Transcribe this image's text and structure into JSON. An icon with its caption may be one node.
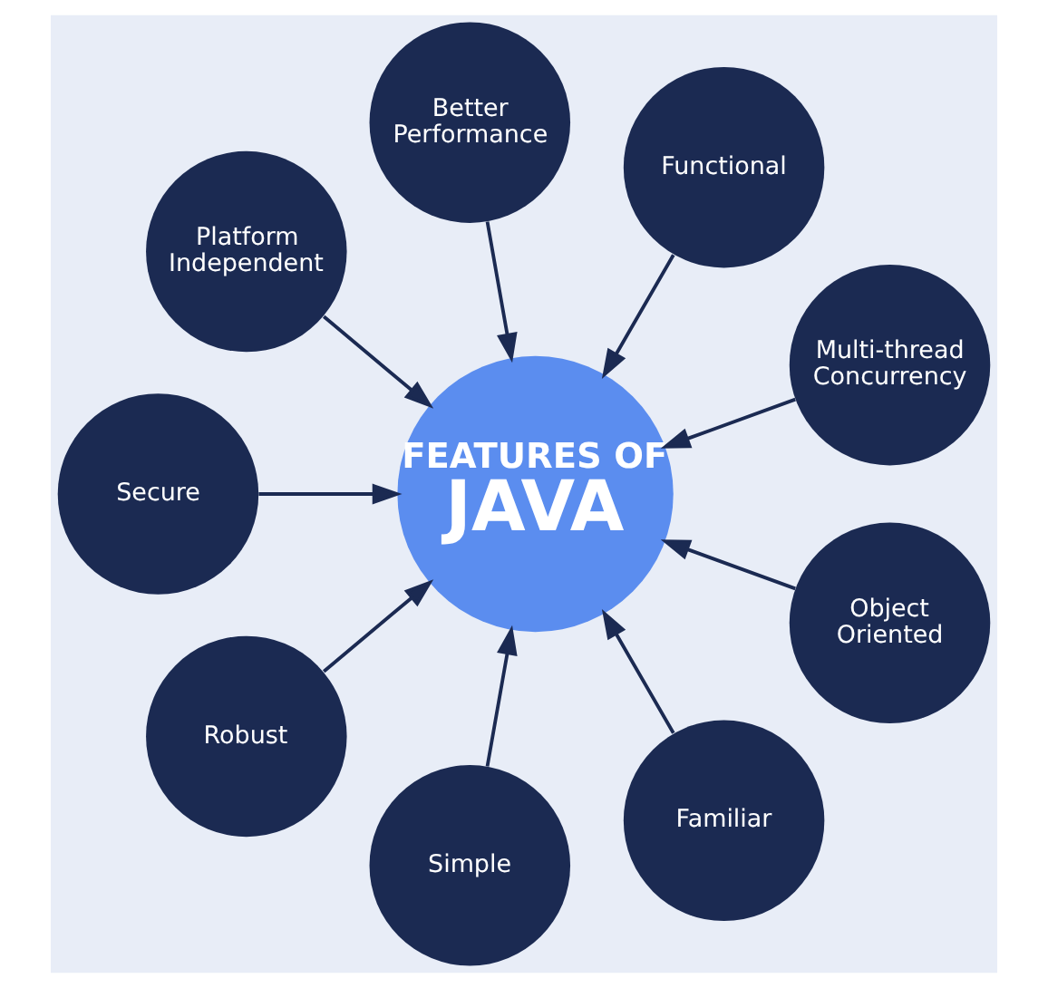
{
  "diagram": {
    "nodes": [
      {
        "text": [
          "FEATURES OF",
          "JAVA"
        ]
      },
      {
        "text": [
          "Multi-thread Concurrency"
        ]
      },
      {
        "text": [
          "Functional"
        ]
      },
      {
        "text": [
          "Better Performance"
        ]
      },
      {
        "text": [
          "Platform Independent"
        ]
      },
      {
        "text": [
          "Secure"
        ]
      },
      {
        "text": [
          "Robust"
        ]
      },
      {
        "text": [
          "Simple"
        ]
      },
      {
        "text": [
          "Familiar"
        ]
      },
      {
        "text": [
          "Object Oriented"
        ]
      }
    ],
    "edges": [
      {
        "from": 1,
        "to": 0,
        "arrow": "to"
      },
      {
        "from": 2,
        "to": 0,
        "arrow": "to"
      },
      {
        "from": 3,
        "to": 0,
        "arrow": "to"
      },
      {
        "from": 4,
        "to": 0,
        "arrow": "to"
      },
      {
        "from": 5,
        "to": 0,
        "arrow": "to"
      },
      {
        "from": 6,
        "to": 0,
        "arrow": "to"
      },
      {
        "from": 7,
        "to": 0,
        "arrow": "to"
      },
      {
        "from": 8,
        "to": 0,
        "arrow": "to"
      },
      {
        "from": 9,
        "to": 0,
        "arrow": "to"
      }
    ]
  }
}
